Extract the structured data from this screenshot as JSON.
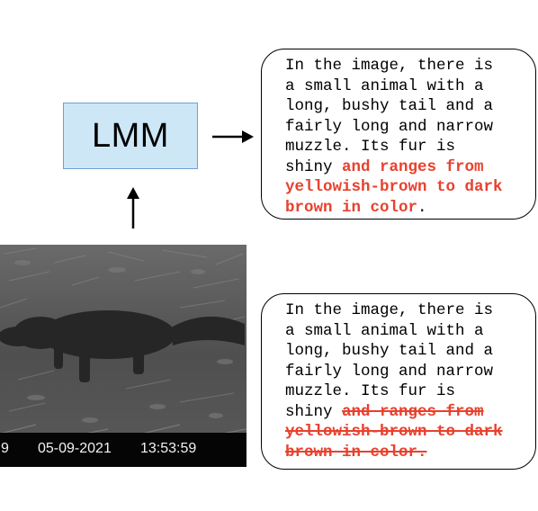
{
  "model_box": {
    "label": "LMM"
  },
  "response_original": {
    "lines": [
      "In the image, there is",
      "a small animal with a",
      "long, bushy tail and a",
      "fairly long and narrow",
      "muzzle. Its fur is"
    ],
    "line6_plain": "shiny ",
    "line6_highlight": "and ranges from",
    "line7_highlight": "yellowish-brown to dark",
    "line8_highlight": "brown in color",
    "line8_end": "."
  },
  "response_corrected": {
    "lines": [
      "In the image, there is",
      "a small animal with a",
      "long, bushy tail and a",
      "fairly long and narrow",
      "muzzle. Its fur is"
    ],
    "line6_plain": "shiny ",
    "line6_struck": "and ranges from",
    "line7_struck": "yellowish-brown to dark",
    "line8_struck": "brown in color."
  },
  "camera_photo": {
    "left_digit": "9",
    "date": "05-09-2021",
    "time": "13:53:59"
  },
  "colors": {
    "highlight": "#e8412e",
    "model_box_fill": "#cde7f7",
    "model_box_border": "#6f9fd6"
  }
}
